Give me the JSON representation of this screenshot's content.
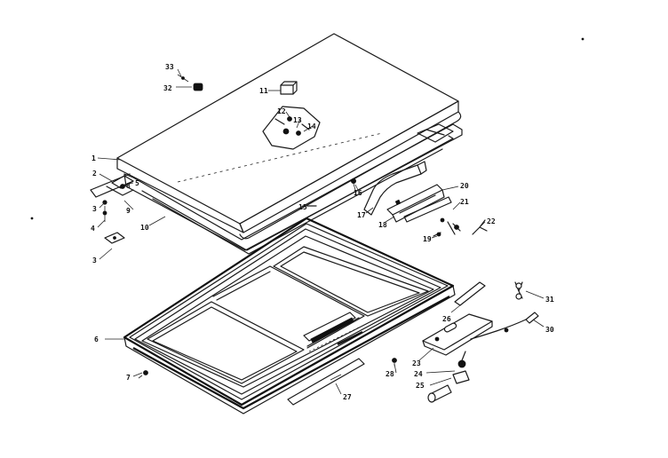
{
  "diagram": {
    "callouts": [
      {
        "id": "c1",
        "text": "1"
      },
      {
        "id": "c2",
        "text": "2"
      },
      {
        "id": "c3a",
        "text": "3"
      },
      {
        "id": "c3b",
        "text": "3"
      },
      {
        "id": "c4",
        "text": "4"
      },
      {
        "id": "c5",
        "text": "5"
      },
      {
        "id": "c6",
        "text": "6"
      },
      {
        "id": "c7",
        "text": "7"
      },
      {
        "id": "c8",
        "text": "8"
      },
      {
        "id": "c9",
        "text": "9"
      },
      {
        "id": "c10",
        "text": "10"
      },
      {
        "id": "c11",
        "text": "11"
      },
      {
        "id": "c12",
        "text": "12"
      },
      {
        "id": "c13",
        "text": "13"
      },
      {
        "id": "c14",
        "text": "14"
      },
      {
        "id": "c15",
        "text": "15"
      },
      {
        "id": "c16",
        "text": "16"
      },
      {
        "id": "c17",
        "text": "17"
      },
      {
        "id": "c18",
        "text": "18"
      },
      {
        "id": "c19",
        "text": "19"
      },
      {
        "id": "c20",
        "text": "20"
      },
      {
        "id": "c21",
        "text": "21"
      },
      {
        "id": "c22",
        "text": "22"
      },
      {
        "id": "c23",
        "text": "23"
      },
      {
        "id": "c24",
        "text": "24"
      },
      {
        "id": "c25",
        "text": "25"
      },
      {
        "id": "c26",
        "text": "26"
      },
      {
        "id": "c27",
        "text": "27"
      },
      {
        "id": "c28",
        "text": "28"
      },
      {
        "id": "c30",
        "text": "30"
      },
      {
        "id": "c31",
        "text": "31"
      },
      {
        "id": "c32",
        "text": "32"
      },
      {
        "id": "c33",
        "text": "33"
      }
    ]
  }
}
